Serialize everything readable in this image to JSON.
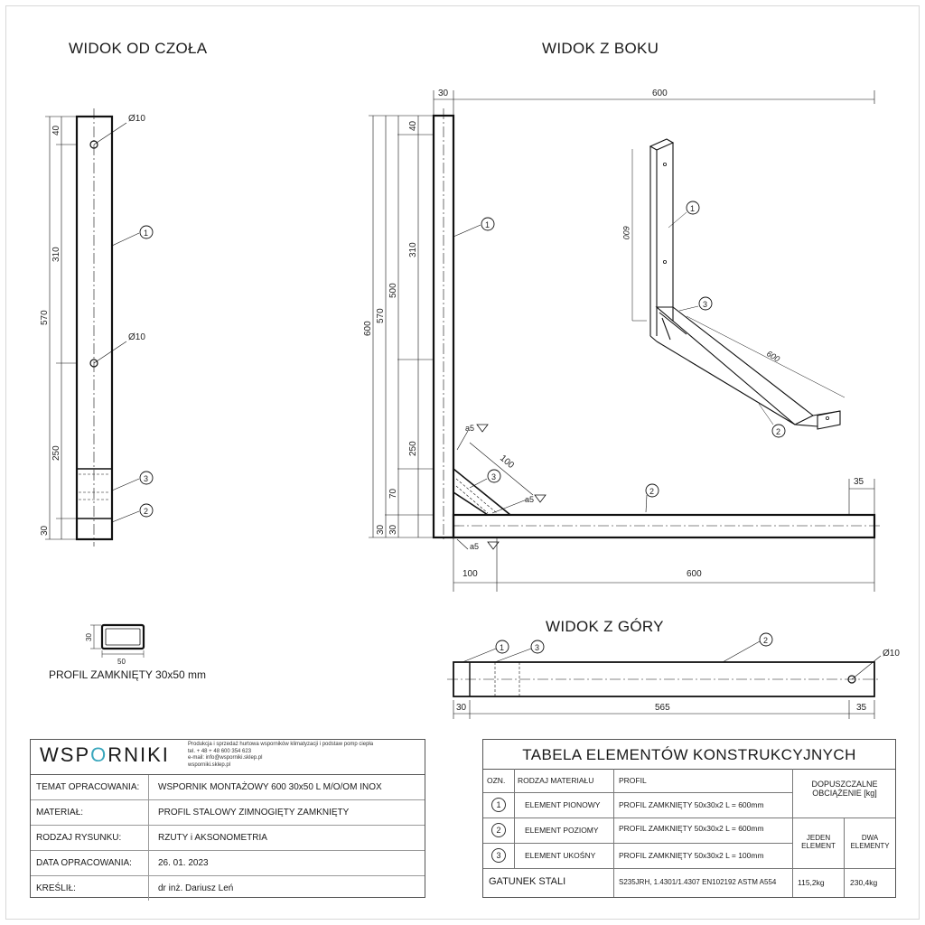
{
  "titles": {
    "front": "WIDOK OD CZOŁA",
    "side": "WIDOK Z BOKU",
    "top": "WIDOK Z GÓRY"
  },
  "profile_caption": "PROFIL ZAMKNIĘTY 30x50 mm",
  "dims": {
    "phi10": "Ø10",
    "d40": "40",
    "d310": "310",
    "d570": "570",
    "d250": "250",
    "d30": "30",
    "d600": "600",
    "d500": "500",
    "d70": "70",
    "d100": "100",
    "d35": "35",
    "d50": "50",
    "d565": "565",
    "weld": "a5"
  },
  "balloons": [
    "1",
    "2",
    "3"
  ],
  "title_block": {
    "logo_left": "WSP",
    "logo_mid": "O",
    "logo_right": "RNIKI",
    "info_1": "Produkcja i sprzedaż hurtowa wsporników klimatyzacji i podstaw pomp ciepła",
    "info_2": "tel. + 48 + 48 600 354 623",
    "info_3": "e-mail: info@wsporniki.sklep.pl",
    "info_4": "wsporniki.sklep.pl",
    "rows": [
      {
        "k": "TEMAT OPRACOWANIA:",
        "v": "WSPORNIK MONTAŻOWY 600 30x50 L M/O/OM INOX"
      },
      {
        "k": "MATERIAŁ:",
        "v": "PROFIL STALOWY ZIMNOGIĘTY ZAMKNIĘTY"
      },
      {
        "k": "RODZAJ RYSUNKU:",
        "v": "RZUTY i AKSONOMETRIA"
      },
      {
        "k": "DATA OPRACOWANIA:",
        "v": "26. 01. 2023"
      },
      {
        "k": "KREŚLIŁ:",
        "v": "dr inż. Dariusz Leń"
      }
    ]
  },
  "table": {
    "title": "TABELA ELEMENTÓW KONSTRUKCYJNYCH",
    "h_ozn": "OZN.",
    "h_mat": "RODZAJ MATERIAŁU",
    "h_prof": "PROFIL",
    "h_load": "DOPUSZCZALNE OBCIĄŻENIE [kg]",
    "h_one": "JEDEN ELEMENT",
    "h_two": "DWA ELEMENTY",
    "rows": [
      {
        "n": "1",
        "mat": "ELEMENT PIONOWY",
        "prof": "PROFIL ZAMKNIĘTY 50x30x2 L = 600mm"
      },
      {
        "n": "2",
        "mat": "ELEMENT POZIOMY",
        "prof": "PROFIL ZAMKNIĘTY 50x30x2 L = 600mm"
      },
      {
        "n": "3",
        "mat": "ELEMENT UKOŚNY",
        "prof": "PROFIL ZAMKNIĘTY 50x30x2 L = 100mm"
      }
    ],
    "steel_label": "GATUNEK STALI",
    "steel_value": "S235JRH, 1.4301/1.4307  EN102192 ASTM A554",
    "load_one": "115,2kg",
    "load_two": "230,4kg"
  }
}
